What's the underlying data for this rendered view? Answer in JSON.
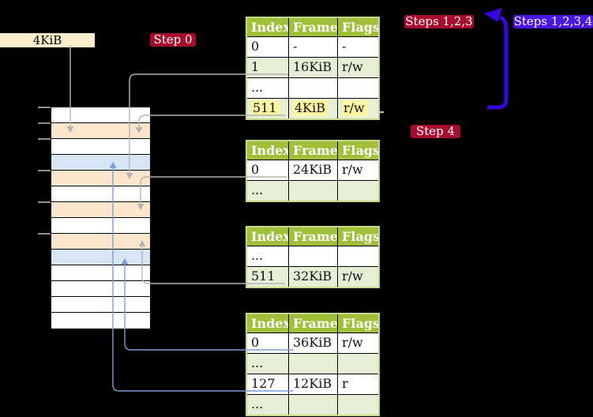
{
  "page_size_box": {
    "label": "4KiB"
  },
  "step_labels": {
    "step0": "Step 0",
    "steps123": "Steps 1,2,3",
    "steps1234": "Steps 1,2,3,4",
    "step4": "Step 4"
  },
  "page_tables": [
    {
      "name": "level-1-table",
      "headers": [
        "Index",
        "Frame",
        "Flags"
      ],
      "rows": [
        {
          "cells": [
            "0",
            "-",
            "-"
          ]
        },
        {
          "cells": [
            "1",
            "16KiB",
            "r/w"
          ]
        },
        {
          "cells": [
            "...",
            "",
            ""
          ]
        },
        {
          "cells": [
            "511",
            "4KiB",
            "r/w"
          ]
        }
      ],
      "highlighted_row": "511 | 4KiB | r/w"
    },
    {
      "name": "level-2-table",
      "headers": [
        "Index",
        "Frame",
        "Flags"
      ],
      "rows": [
        {
          "cells": [
            "0",
            "24KiB",
            "r/w"
          ]
        },
        {
          "cells": [
            "...",
            "",
            ""
          ]
        }
      ]
    },
    {
      "name": "level-3-table",
      "headers": [
        "Index",
        "Frame",
        "Flags"
      ],
      "rows": [
        {
          "cells": [
            "...",
            "",
            ""
          ]
        },
        {
          "cells": [
            "511",
            "32KiB",
            "r/w"
          ]
        }
      ]
    },
    {
      "name": "level-4-table",
      "headers": [
        "Index",
        "Frame",
        "Flags"
      ],
      "rows": [
        {
          "cells": [
            "0",
            "36KiB",
            "r/w"
          ]
        },
        {
          "cells": [
            "...",
            "",
            ""
          ]
        },
        {
          "cells": [
            "127",
            "12KiB",
            "r"
          ]
        },
        {
          "cells": [
            "...",
            "",
            ""
          ]
        }
      ]
    }
  ],
  "memory": {
    "row_classes": [
      "frame-unused",
      "frame-mapped-orange",
      "frame-unused",
      "frame-mapped-blue",
      "frame-mapped-orange",
      "frame-unused",
      "frame-mapped-orange",
      "frame-unused",
      "frame-mapped-orange",
      "frame-mapped-blue",
      "frame-unused",
      "frame-unused",
      "frame-unused",
      "frame-unused"
    ]
  },
  "colors": {
    "background": "#000000",
    "table_header": "#a2bf3a",
    "table_border": "#c6d88a",
    "table_row_shade": "#e7eed6",
    "highlight_yellow": "#fdf7a3",
    "page_size_box": "#faeecd",
    "memory_orange": "#fce5cd",
    "memory_blue": "#d8e5f5",
    "red_label": "#a60c2c",
    "blue_label": "#4a17e2",
    "gray_arrow": "#b3b3b6",
    "blue_arrow": "#7b9cd4",
    "big_arrow": "#3a06df"
  }
}
